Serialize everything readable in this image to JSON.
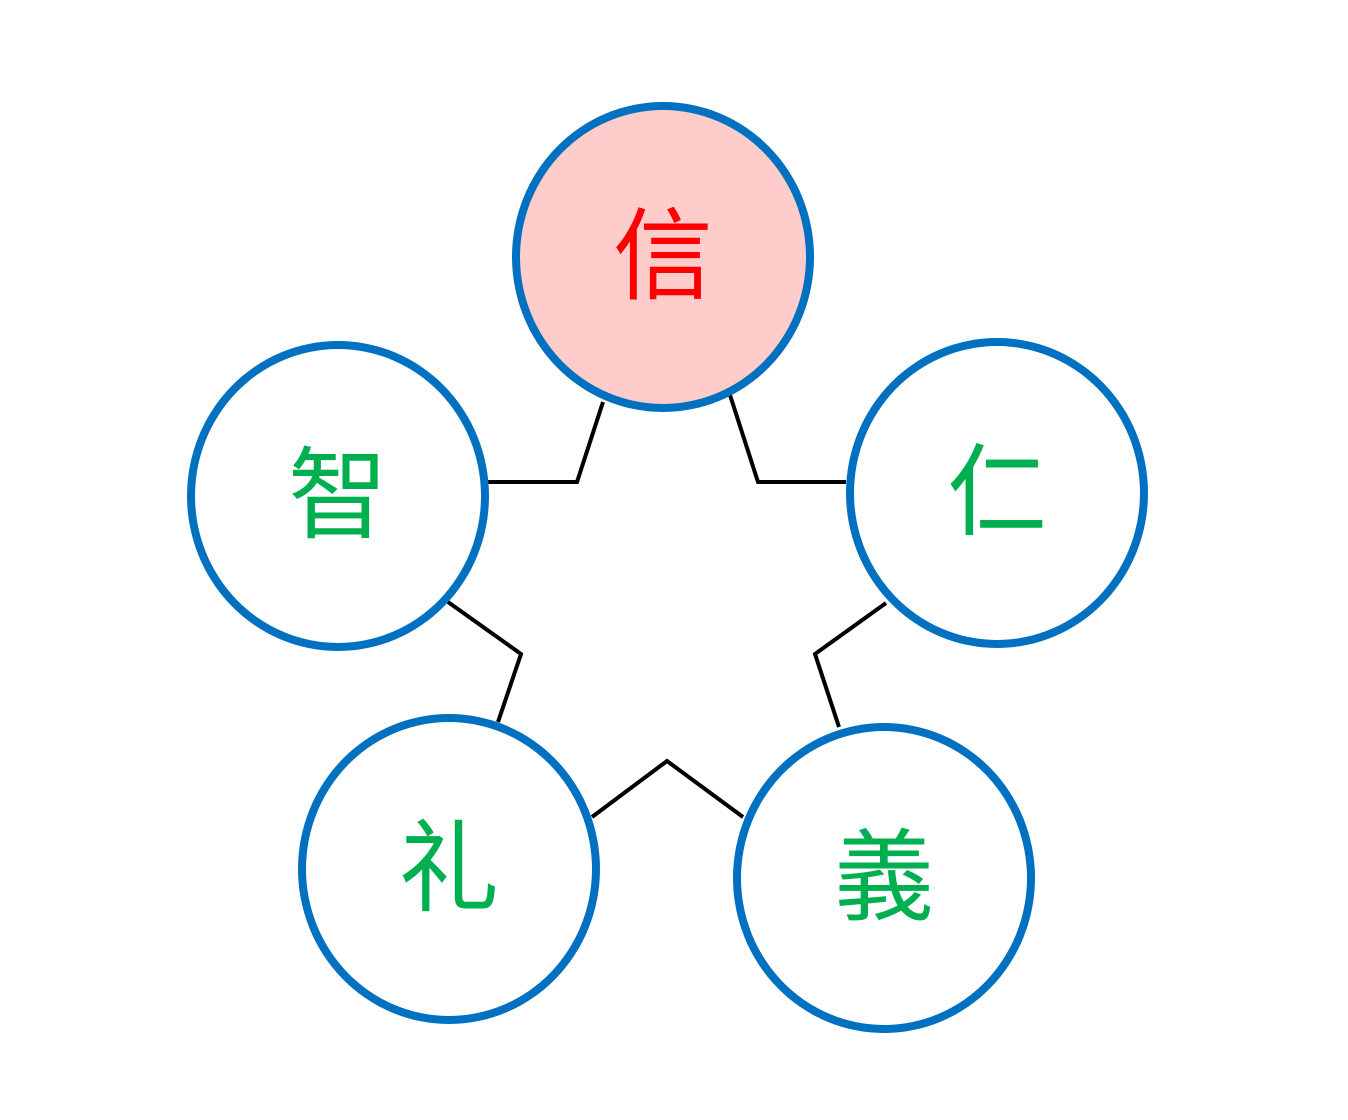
{
  "diagram": {
    "type": "five-node ring",
    "colors": {
      "border": "#0070C0",
      "label_default": "#00B050",
      "label_highlight": "#FF0000",
      "fill_default": "#FFFFFF",
      "fill_highlight": "#FFCCCC",
      "connector": "#000000"
    },
    "nodes": [
      {
        "id": "shin",
        "label": "信",
        "highlight": true
      },
      {
        "id": "jin",
        "label": "仁",
        "highlight": false
      },
      {
        "id": "gi",
        "label": "義",
        "highlight": false
      },
      {
        "id": "rei",
        "label": "礼",
        "highlight": false
      },
      {
        "id": "chi",
        "label": "智",
        "highlight": false
      }
    ],
    "connections": [
      {
        "from": "shin",
        "to": "jin"
      },
      {
        "from": "jin",
        "to": "gi"
      },
      {
        "from": "gi",
        "to": "rei"
      },
      {
        "from": "rei",
        "to": "chi"
      },
      {
        "from": "chi",
        "to": "shin"
      }
    ]
  }
}
